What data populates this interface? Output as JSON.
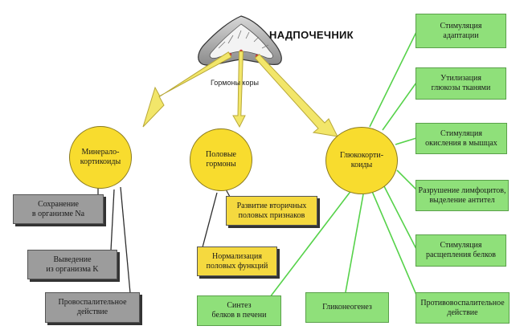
{
  "title": "НАДПОЧЕЧНИК",
  "cortex_label": "Гормоны коры",
  "colors": {
    "circle": "#f8dc2e",
    "gray_box": "#9c9c9c",
    "yellow_box": "#f5d93f",
    "green_box": "#8fe07a",
    "arrow": "#f2e66a",
    "line": "#2e2e2e",
    "green_line": "#56d24a"
  },
  "groups": [
    {
      "name_lines": [
        "Минерало-",
        "кортикоиды"
      ],
      "effects": [
        {
          "lines": [
            "Сохранение",
            "в организме  Na"
          ]
        },
        {
          "lines": [
            "Выведение",
            "из организма K"
          ]
        },
        {
          "lines": [
            "Провоспалительное",
            "действие"
          ]
        }
      ]
    },
    {
      "name_lines": [
        "Половые",
        "гормоны"
      ],
      "effects": [
        {
          "lines": [
            "Развитие вторичных",
            "половых признаков"
          ]
        },
        {
          "lines": [
            "Нормализация",
            "половых функций"
          ]
        }
      ]
    },
    {
      "name_lines": [
        "Глюкокорти-",
        "коиды"
      ],
      "effects": [
        {
          "lines": [
            "Стимуляция",
            "адаптации"
          ]
        },
        {
          "lines": [
            "Утилизация",
            "глюкозы тканями"
          ]
        },
        {
          "lines": [
            "Стимуляция",
            "окисления в мышцах"
          ]
        },
        {
          "lines": [
            "Разрушение лимфоцитов,",
            "выделение антител"
          ]
        },
        {
          "lines": [
            "Стимуляция",
            "расщепления белков"
          ]
        },
        {
          "lines": [
            "Противовоспалительное",
            "действие"
          ]
        },
        {
          "lines": [
            "Гликонеогенез"
          ]
        },
        {
          "lines": [
            "Синтез",
            "белков в печени"
          ]
        }
      ]
    }
  ]
}
